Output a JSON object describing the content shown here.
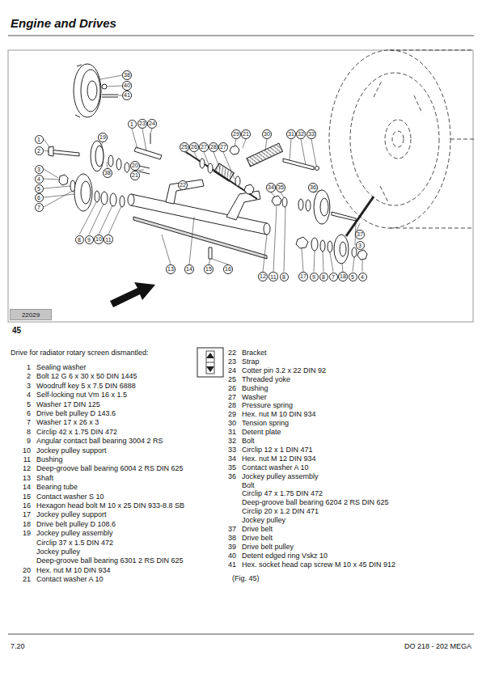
{
  "diagram": {
    "title": "Engine and Drives",
    "nodes": [
      {
        "text": [
          "38"
        ]
      },
      {
        "text": [
          "40"
        ]
      },
      {
        "text": [
          "41"
        ]
      },
      {
        "text": [
          "1"
        ]
      },
      {
        "text": [
          "19"
        ]
      },
      {
        "text": [
          "1"
        ]
      },
      {
        "text": [
          "23"
        ]
      },
      {
        "text": [
          "24"
        ]
      },
      {
        "text": [
          "29"
        ]
      },
      {
        "text": [
          "21"
        ]
      },
      {
        "text": [
          "30"
        ]
      },
      {
        "text": [
          "31"
        ]
      },
      {
        "text": [
          "32"
        ]
      },
      {
        "text": [
          "33"
        ]
      },
      {
        "text": [
          "25"
        ]
      },
      {
        "text": [
          "26"
        ]
      },
      {
        "text": [
          "27"
        ]
      },
      {
        "text": [
          "28"
        ]
      },
      {
        "text": [
          "27"
        ]
      },
      {
        "text": [
          "2"
        ]
      },
      {
        "text": [
          "20"
        ]
      },
      {
        "text": [
          "3"
        ]
      },
      {
        "text": [
          "38"
        ]
      },
      {
        "text": [
          "21"
        ]
      },
      {
        "text": [
          "4"
        ]
      },
      {
        "text": [
          "22"
        ]
      },
      {
        "text": [
          "34"
        ]
      },
      {
        "text": [
          "35"
        ]
      },
      {
        "text": [
          "36"
        ]
      },
      {
        "text": [
          "5"
        ]
      },
      {
        "text": [
          "6"
        ]
      },
      {
        "text": [
          "7"
        ]
      },
      {
        "text": [
          "37"
        ]
      },
      {
        "text": [
          "8"
        ]
      },
      {
        "text": [
          "9"
        ]
      },
      {
        "text": [
          "10"
        ]
      },
      {
        "text": [
          "11"
        ]
      },
      {
        "text": [
          "3"
        ]
      },
      {
        "text": [
          "13"
        ]
      },
      {
        "text": [
          "14"
        ]
      },
      {
        "text": [
          "15"
        ]
      },
      {
        "text": [
          "16"
        ]
      },
      {
        "text": [
          "12"
        ]
      },
      {
        "text": [
          "11"
        ]
      },
      {
        "text": [
          "8"
        ]
      },
      {
        "text": [
          "17"
        ]
      },
      {
        "text": [
          "9"
        ]
      },
      {
        "text": [
          "8"
        ]
      },
      {
        "text": [
          "7"
        ]
      },
      {
        "text": [
          "18"
        ]
      },
      {
        "text": [
          "5"
        ]
      },
      {
        "text": [
          "4"
        ]
      },
      {
        "text": [
          "22029"
        ]
      }
    ],
    "labels": [
      "Drive for radiator rotary screen dismantled:",
      "1",
      "Sealing washer",
      "2",
      "Bolt 12 G 6 x 30 x 50 DIN 1445",
      "3",
      "Woodruff key 5 x 7.5 DIN 6888",
      "4",
      "Self-locking nut Vm 16 x 1.5",
      "5",
      "Washer 17 DIN 125",
      "6",
      "Drive belt pulley D 143.6",
      "7",
      "Washer 17 x 26 x 3",
      "8",
      "Circlip 42 x 1.75 DIN 472",
      "9",
      "Angular contact ball bearing 3004 2 RS",
      "10",
      "Jockey pulley support",
      "11",
      "Bushing",
      "12",
      "Deep-groove ball bearing 6004 2 RS DIN 625",
      "13",
      "Shaft",
      "14",
      "Bearing tube",
      "15",
      "Contact washer S 10",
      "16",
      "Hexagon head bolt M 10 x 25 DIN 933-8.8 SB",
      "17",
      "Jockey pulley support",
      "18",
      "Drive belt pulley D 108.6",
      "19",
      "Jockey pulley assembly",
      "Circlip 37 x 1.5 DIN 472",
      "Jockey pulley",
      "Deep-groove ball bearing 6301 2 RS DIN 625",
      "20",
      "Hex. nut M 10 DIN 934",
      "21",
      "Contact washer A 10",
      "22",
      "Bracket",
      "23",
      "Strap",
      "24",
      "Cotter pin 3.2 x 22 DIN 92",
      "25",
      "Threaded yoke",
      "26",
      "Bushing",
      "27",
      "Washer",
      "28",
      "Pressure spring",
      "29",
      "Hex. nut M 10 DIN 934",
      "30",
      "Tension spring",
      "31",
      "Detent plate",
      "32",
      "Bolt",
      "33",
      "Circlip 12 x 1 DIN 471",
      "34",
      "Hex. nut M 12 DIN 934",
      "35",
      "Contact washer A 10",
      "36",
      "Jockey pulley assembly",
      "Bolt",
      "Circlip 47 x 1.75 DIN 472",
      "Deep-groove ball bearing 6204 2 RS DIN 625",
      "Circlip 20 x 1.2 DIN 471",
      "Jockey pulley",
      "37",
      "Drive belt",
      "38",
      "Drive belt",
      "39",
      "Drive belt pulley",
      "40",
      "Detent edged ring Vskz 10",
      "41",
      "Hex. socket head cap screw M 10 x 45 DIN 912",
      "(Fig. 45)",
      "45",
      "7.20",
      "DO 218 - 202 MEGA"
    ]
  }
}
